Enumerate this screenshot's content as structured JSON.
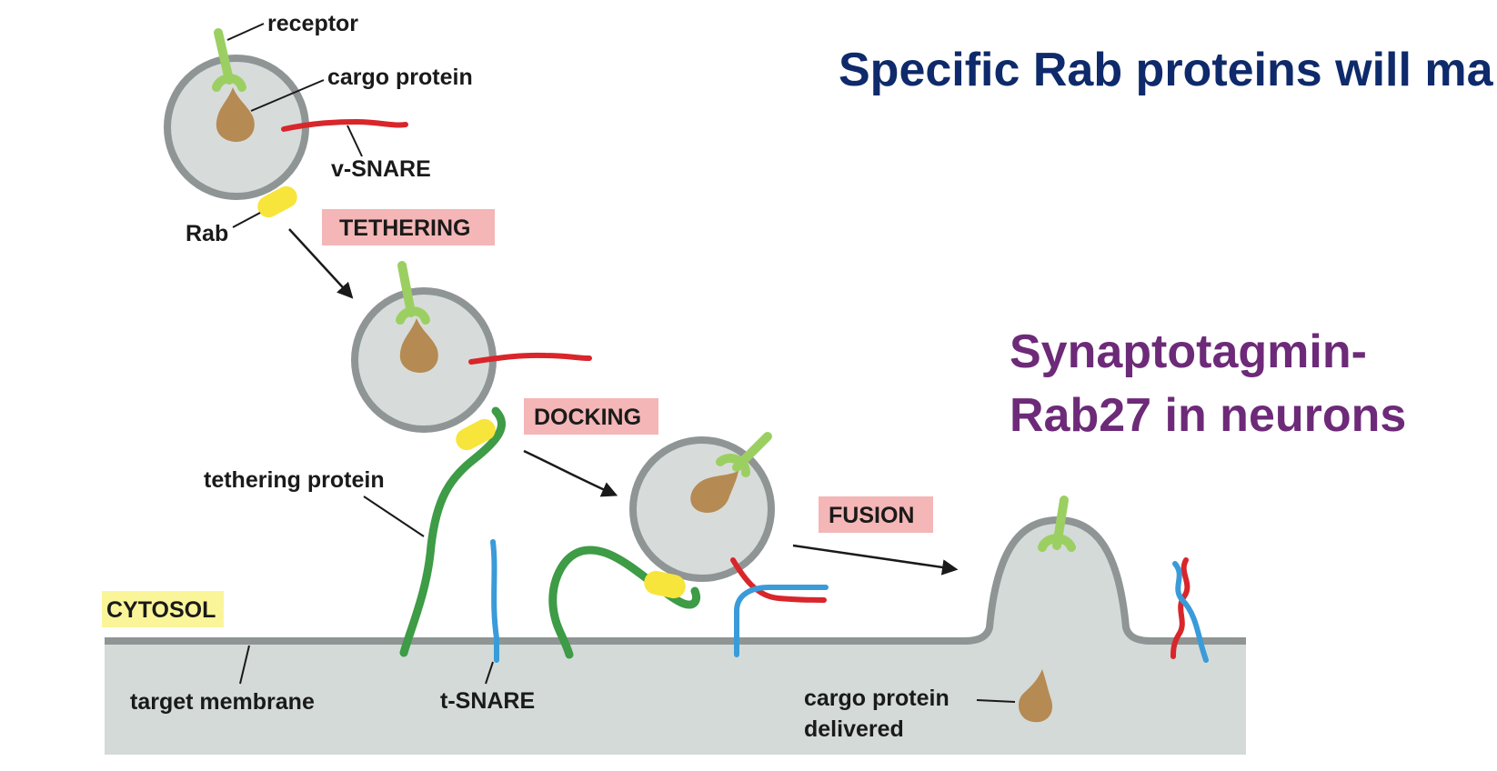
{
  "headline": "Specific Rab proteins will make interactions only with specific tethering proteins target membranes",
  "subheadline": "Synaptotagmin-Rab27 in neurons",
  "labels": {
    "receptor": "receptor",
    "cargo_protein": "cargo protein",
    "v_snare": "v-SNARE",
    "rab": "Rab",
    "tethering_protein": "tethering protein",
    "cytosol": "CYTOSOL",
    "target_membrane": "target membrane",
    "t_snare": "t-SNARE",
    "cargo_delivered_line1": "cargo protein",
    "cargo_delivered_line2": "delivered"
  },
  "steps": {
    "tethering": "TETHERING",
    "docking": "DOCKING",
    "fusion": "FUSION"
  },
  "colors": {
    "headline": "#0e2a6b",
    "subheadline": "#6d2a78",
    "step_badge": "#f4b6b6",
    "cytosol_badge": "#fbf59a",
    "membrane": "#d3dad8",
    "membrane_edge": "#8f9594",
    "vesicle_fill": "#d7dcda",
    "receptor": "#9ccf62",
    "cargo": "#b68a53",
    "v_snare": "#d8262b",
    "t_snare": "#3a9bd9",
    "rab": "#f7e53b",
    "tether": "#3e9b46"
  }
}
